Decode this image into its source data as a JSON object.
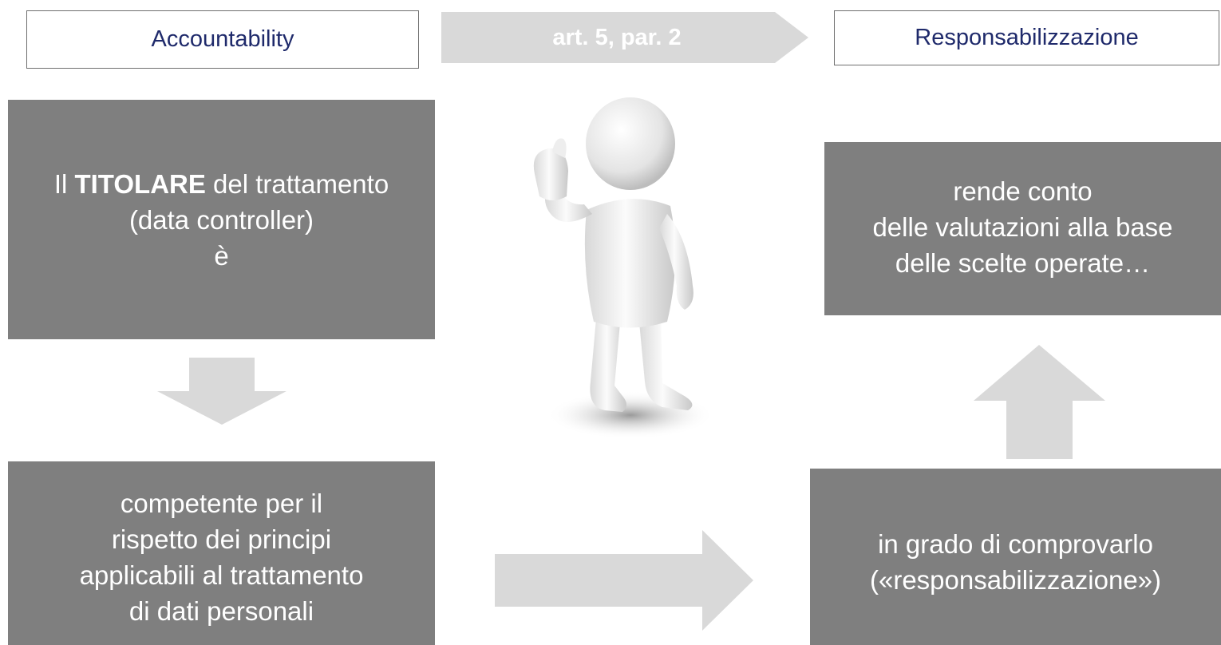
{
  "colors": {
    "box_fill": "#7f7f7f",
    "arrow_fill": "#d9d9d9",
    "label_text": "#1f2a6b",
    "label_border": "#6f6f6f"
  },
  "header": {
    "left_label": "Accountability",
    "center_arrow_label": "art. 5, par. 2",
    "right_label": "Responsabilizzazione"
  },
  "boxes": {
    "titolare": {
      "prefix": "Il ",
      "bold": "TITOLARE",
      "suffix": " del trattamento",
      "line2": "(data controller)",
      "line3": "è"
    },
    "competente": {
      "lines": [
        "competente per il",
        "rispetto dei principi",
        "applicabili al trattamento",
        "di dati personali"
      ]
    },
    "comprovarlo": {
      "lines": [
        "in grado di comprovarlo",
        "(«responsabilizzazione»)"
      ]
    },
    "rende_conto": {
      "lines": [
        "rende conto",
        "delle valutazioni alla base",
        "delle scelte operate…"
      ]
    }
  },
  "arrows": [
    "down-arrow",
    "right-arrow",
    "up-arrow",
    "header-chevron-arrow"
  ],
  "figure": {
    "icon": "thumbs-up-figure-icon"
  }
}
